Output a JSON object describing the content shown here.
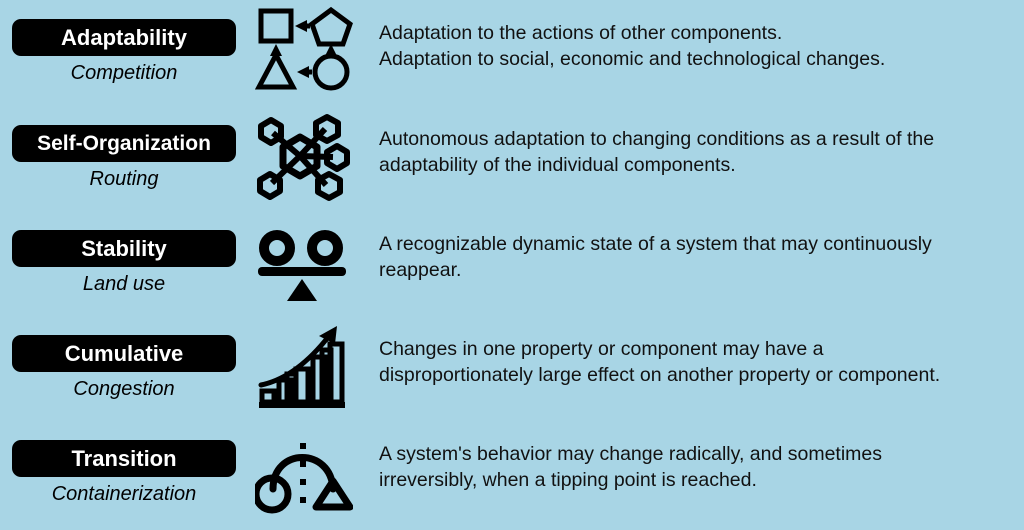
{
  "theme": {
    "background_color": "#a8d5e5",
    "pill_background": "#000000",
    "pill_text_color": "#ffffff",
    "body_text_color": "#111111"
  },
  "rows": [
    {
      "title": "Adaptability",
      "subtitle": "Competition",
      "icon": "components-arrows-icon",
      "description_lines": [
        "Adaptation to the actions of other components.",
        "Adaptation to social, economic and technological changes."
      ]
    },
    {
      "title": "Self-Organization",
      "subtitle": "Routing",
      "icon": "hexagon-network-icon",
      "description_lines": [
        "Autonomous adaptation to changing conditions as a result of the",
        "adaptability of the individual components."
      ]
    },
    {
      "title": "Stability",
      "subtitle": "Land use",
      "icon": "balance-scale-icon",
      "description_lines": [
        "A recognizable dynamic state of a system that may continuously",
        "reappear."
      ]
    },
    {
      "title": "Cumulative",
      "subtitle": "Congestion",
      "icon": "growth-bar-chart-icon",
      "description_lines": [
        "Changes in one property or component may have a",
        "disproportionately large effect on another property or component."
      ]
    },
    {
      "title": "Transition",
      "subtitle": "Containerization",
      "icon": "tipping-point-arc-icon",
      "description_lines": [
        "A system's behavior may change radically, and sometimes",
        "irreversibly, when a tipping point is reached."
      ]
    }
  ]
}
